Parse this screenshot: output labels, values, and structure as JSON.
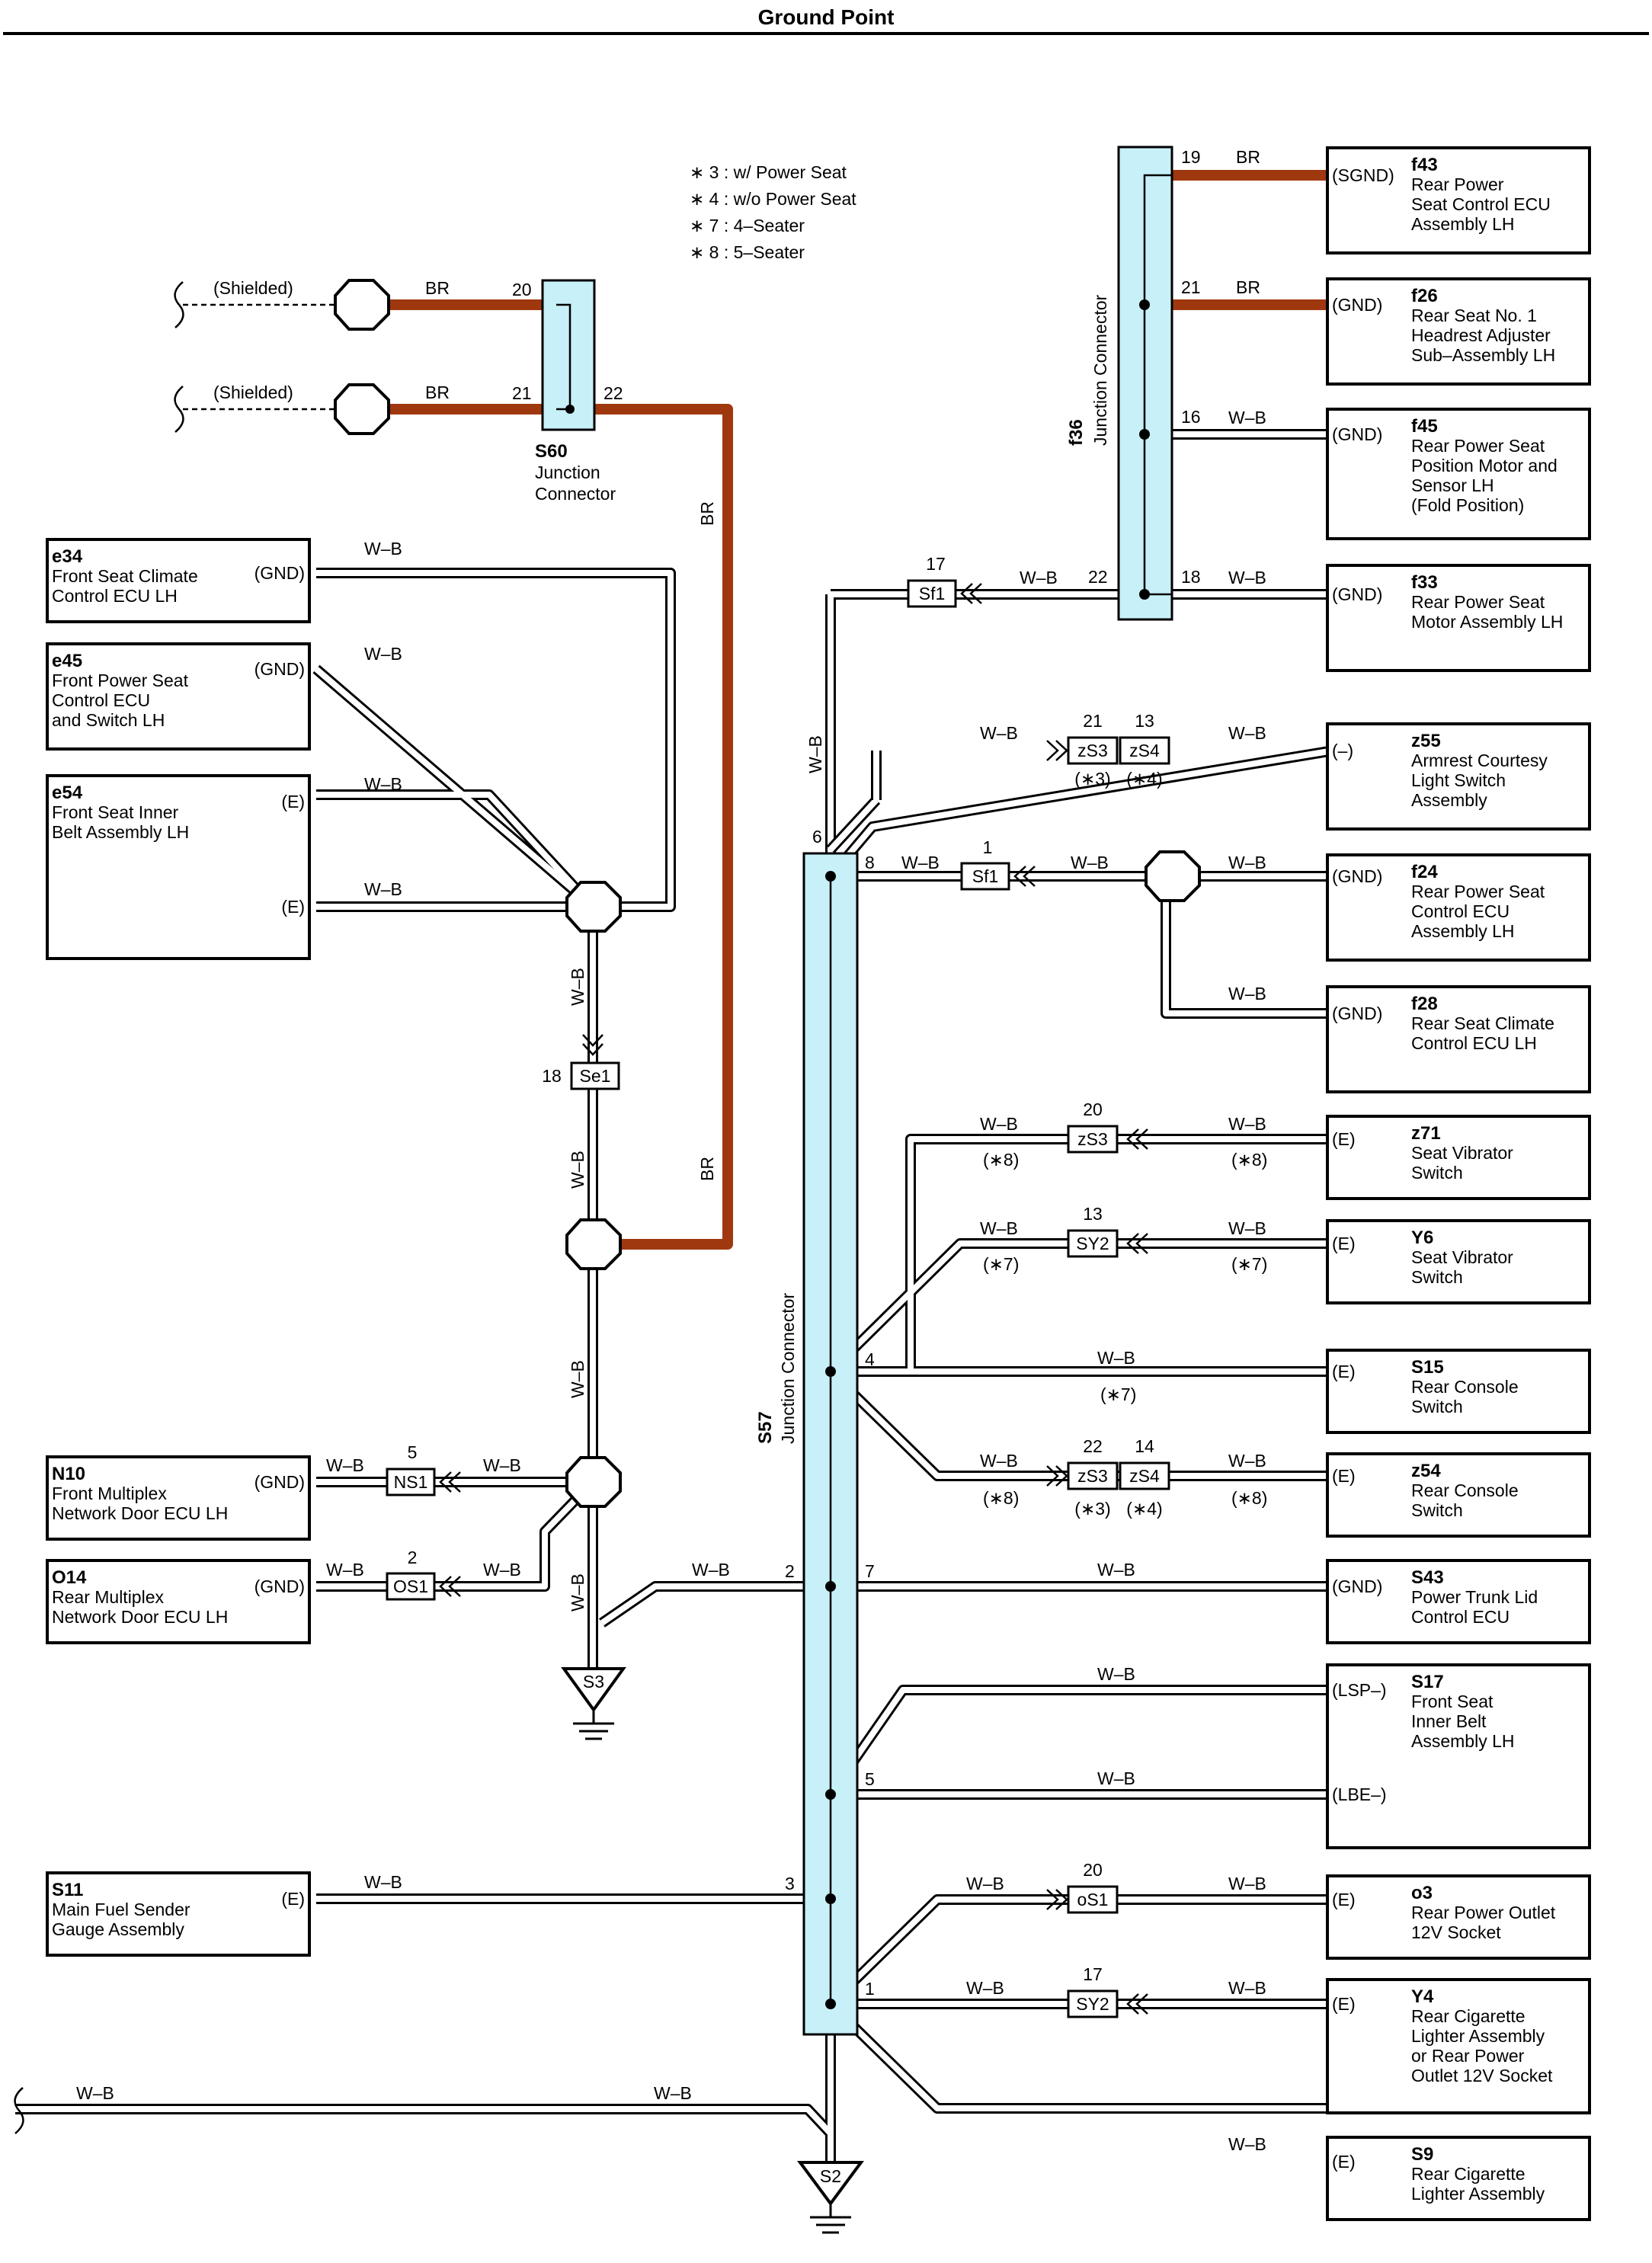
{
  "title": "Ground Point",
  "notes": [
    "∗ 3 : w/ Power Seat",
    "∗ 4 : w/o Power Seat",
    "∗ 7 : 4–Seater",
    "∗ 8 : 5–Seater"
  ],
  "colors": {
    "br_wire": "#a0380f",
    "junction_fill": "#c8f0f8"
  },
  "junctions": {
    "s60": {
      "code": "S60",
      "line1": "Junction",
      "line2": "Connector",
      "pins": [
        "20",
        "21",
        "22"
      ]
    },
    "f36": {
      "code": "f36",
      "label": "Junction Connector",
      "pins": [
        "19",
        "21",
        "16",
        "22",
        "18"
      ]
    },
    "s57": {
      "code": "S57",
      "label": "Junction Connector",
      "pins": [
        "6",
        "8",
        "4",
        "2",
        "7",
        "5",
        "3",
        "1"
      ]
    }
  },
  "wire_labels": {
    "br": "BR",
    "wb": "W–B"
  },
  "shielded": "(Shielded)",
  "connectors": {
    "sf1_a": {
      "name": "Sf1",
      "pin": "17"
    },
    "sf1_b": {
      "name": "Sf1",
      "pin": "1"
    },
    "zs3_a": {
      "name": "zS3",
      "pin": "21",
      "note": "(∗3)"
    },
    "zs4_a": {
      "name": "zS4",
      "pin": "13",
      "note": "(∗4)"
    },
    "se1": {
      "name": "Se1",
      "pin": "18"
    },
    "zs3_b": {
      "name": "zS3",
      "pin": "20"
    },
    "sy2_a": {
      "name": "SY2",
      "pin": "13"
    },
    "zs3_c": {
      "name": "zS3",
      "pin": "22",
      "note": "(∗3)"
    },
    "zs4_c": {
      "name": "zS4",
      "pin": "14",
      "note": "(∗4)"
    },
    "ns1": {
      "name": "NS1",
      "pin": "5"
    },
    "os1_cap": {
      "name": "OS1",
      "pin": "2"
    },
    "os1_low": {
      "name": "oS1",
      "pin": "20"
    },
    "sy2_b": {
      "name": "SY2",
      "pin": "17"
    }
  },
  "wire_notes": {
    "n8": "(∗8)",
    "n7": "(∗7)"
  },
  "grounds": {
    "s3": "S3",
    "s2": "S2"
  },
  "left_components": [
    {
      "code": "e34",
      "lines": [
        "Front Seat Climate",
        "Control ECU LH"
      ],
      "pins": [
        "(GND)"
      ]
    },
    {
      "code": "e45",
      "lines": [
        "Front Power Seat",
        "Control ECU",
        "and Switch LH"
      ],
      "pins": [
        "(GND)"
      ]
    },
    {
      "code": "e54",
      "lines": [
        "Front Seat Inner",
        "Belt Assembly LH"
      ],
      "pins": [
        "(E)",
        "(E)"
      ]
    },
    {
      "code": "N10",
      "lines": [
        "Front Multiplex",
        "Network Door ECU LH"
      ],
      "pins": [
        "(GND)"
      ]
    },
    {
      "code": "O14",
      "lines": [
        "Rear Multiplex",
        "Network Door ECU LH"
      ],
      "pins": [
        "(GND)"
      ]
    },
    {
      "code": "S11",
      "lines": [
        "Main Fuel Sender",
        "Gauge Assembly"
      ],
      "pins": [
        "(E)"
      ]
    }
  ],
  "right_components": [
    {
      "code": "f43",
      "lines": [
        "Rear Power",
        "Seat Control ECU",
        "Assembly LH"
      ],
      "pins": [
        "(SGND)"
      ]
    },
    {
      "code": "f26",
      "lines": [
        "Rear Seat No. 1",
        "Headrest Adjuster",
        "Sub–Assembly LH"
      ],
      "pins": [
        "(GND)"
      ]
    },
    {
      "code": "f45",
      "lines": [
        "Rear Power Seat",
        "Position Motor and",
        "Sensor LH",
        "(Fold Position)"
      ],
      "pins": [
        "(GND)"
      ]
    },
    {
      "code": "f33",
      "lines": [
        "Rear Power Seat",
        "Motor Assembly LH"
      ],
      "pins": [
        "(GND)"
      ]
    },
    {
      "code": "z55",
      "lines": [
        "Armrest Courtesy",
        "Light Switch",
        "Assembly"
      ],
      "pins": [
        "(–)"
      ]
    },
    {
      "code": "f24",
      "lines": [
        "Rear Power Seat",
        "Control ECU",
        "Assembly LH"
      ],
      "pins": [
        "(GND)"
      ]
    },
    {
      "code": "f28",
      "lines": [
        "Rear Seat Climate",
        "Control ECU LH"
      ],
      "pins": [
        "(GND)"
      ]
    },
    {
      "code": "z71",
      "lines": [
        "Seat Vibrator",
        "Switch"
      ],
      "pins": [
        "(E)"
      ]
    },
    {
      "code": "Y6",
      "lines": [
        "Seat Vibrator",
        "Switch"
      ],
      "pins": [
        "(E)"
      ]
    },
    {
      "code": "S15",
      "lines": [
        "Rear Console",
        "Switch"
      ],
      "pins": [
        "(E)"
      ]
    },
    {
      "code": "z54",
      "lines": [
        "Rear Console",
        "Switch"
      ],
      "pins": [
        "(E)"
      ]
    },
    {
      "code": "S43",
      "lines": [
        "Power Trunk Lid",
        "Control ECU"
      ],
      "pins": [
        "(GND)"
      ]
    },
    {
      "code": "S17",
      "lines": [
        "Front Seat",
        "Inner Belt",
        "Assembly LH"
      ],
      "pins": [
        "(LSP–)",
        "(LBE–)"
      ]
    },
    {
      "code": "o3",
      "lines": [
        "Rear Power Outlet",
        "12V Socket"
      ],
      "pins": [
        "(E)"
      ]
    },
    {
      "code": "Y4",
      "lines": [
        "Rear Cigarette",
        "Lighter Assembly",
        "or Rear Power",
        "Outlet 12V Socket"
      ],
      "pins": [
        "(E)"
      ]
    },
    {
      "code": "S9",
      "lines": [
        "Rear Cigarette",
        "Lighter Assembly"
      ],
      "pins": [
        "(E)"
      ]
    }
  ]
}
